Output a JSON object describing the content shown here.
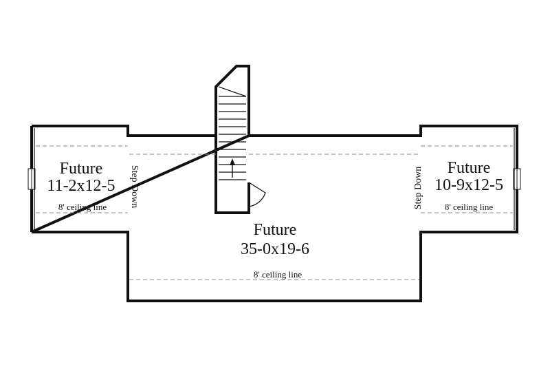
{
  "rooms": {
    "left": {
      "name": "Future",
      "dims": "11-2x12-5",
      "ceiling": "8' ceiling line"
    },
    "main": {
      "name": "Future",
      "dims": "35-0x19-6",
      "ceiling": "8' ceiling line"
    },
    "right": {
      "name": "Future",
      "dims": "10-9x12-5",
      "ceiling": "8' ceiling line"
    }
  },
  "notes": {
    "step_down_left": "Step Down",
    "step_down_right": "Step Down"
  },
  "colors": {
    "wall": "#111111",
    "ceiling_line": "#8a8a8a",
    "background": "#ffffff"
  }
}
